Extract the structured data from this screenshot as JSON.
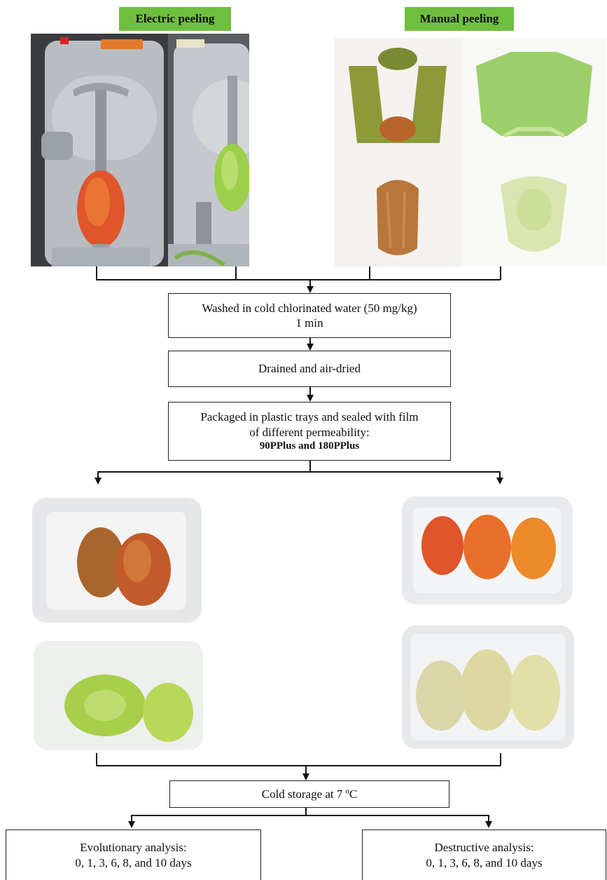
{
  "labels": {
    "electric_peeling": "Electric peeling",
    "manual_peeling": "Manual peeling"
  },
  "steps": {
    "wash_line1": "Washed in cold chlorinated water (50 mg/kg)",
    "wash_line2": "1 min",
    "drain": "Drained and air-dried",
    "package_line1": "Packaged in plastic trays and sealed with film",
    "package_line2": "of different permeability:",
    "package_line3": "90PPlus and 180PPlus",
    "storage": "Cold storage at 7 ºC"
  },
  "analyses": {
    "evolutionary_title": "Evolutionary analysis:",
    "evolutionary_days": "0, 1, 3, 6, 8, and 10 days",
    "destructive_title": "Destructive analysis:",
    "destructive_days": "0, 1, 3, 6, 8, and 10 days"
  },
  "colors": {
    "label_green": "#6fbf3f",
    "red_fruit": "#e0552a",
    "green_fruit": "#9ccf4a",
    "machine_gray": "#a8adb3"
  }
}
